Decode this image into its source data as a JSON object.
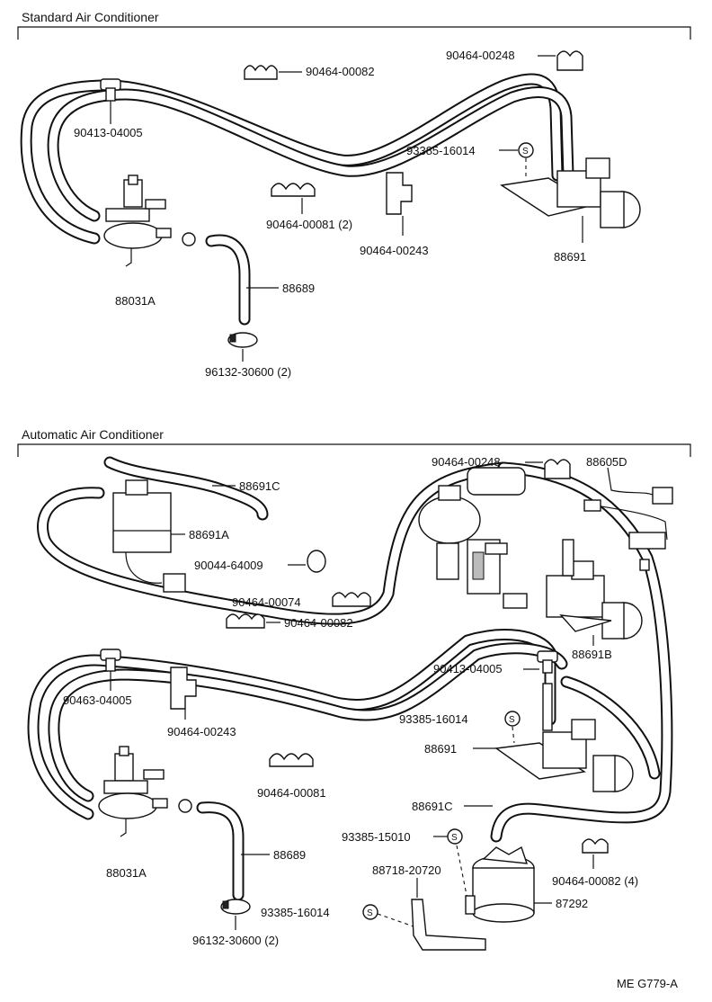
{
  "sections": {
    "standard": "Standard Air Conditioner",
    "automatic": "Automatic Air Conditioner"
  },
  "standard": {
    "p90464_00082": "90464-00082",
    "p90464_00248": "90464-00248",
    "p90413_04005": "90413-04005",
    "p93385_16014": "93385-16014",
    "s_mark": "S",
    "p90464_00081": "90464-00081  (2)",
    "p90464_00243": "90464-00243",
    "p88691": "88691",
    "p88031A": "88031A",
    "p88689": "88689",
    "p96132_30600": "96132-30600  (2)"
  },
  "automatic": {
    "p88691C_top": "88691C",
    "p90464_00248": "90464-00248",
    "p88605D": "88605D",
    "p88691A": "88691A",
    "p90044_64009": "90044-64009",
    "p90464_00074": "90464-00074",
    "p90464_00082": "90464-00082",
    "p88691B": "88691B",
    "p90413_04005": "90413-04005",
    "p90463_04005": "90463-04005",
    "p90464_00243": "90464-00243",
    "p93385_16014_a": "93385-16014",
    "p88691": "88691",
    "p90464_00081": "90464-00081",
    "p88691C_bottom": "88691C",
    "p93385_15010": "93385-15010",
    "p88718_20720": "88718-20720",
    "p90464_00082_4": "90464-00082  (4)",
    "p88031A": "88031A",
    "p88689": "88689",
    "p87292": "87292",
    "p93385_16014_b": "93385-16014",
    "p96132_30600": "96132-30600  (2)",
    "s_mark": "S"
  },
  "footer": {
    "code": "ME G779-A"
  }
}
